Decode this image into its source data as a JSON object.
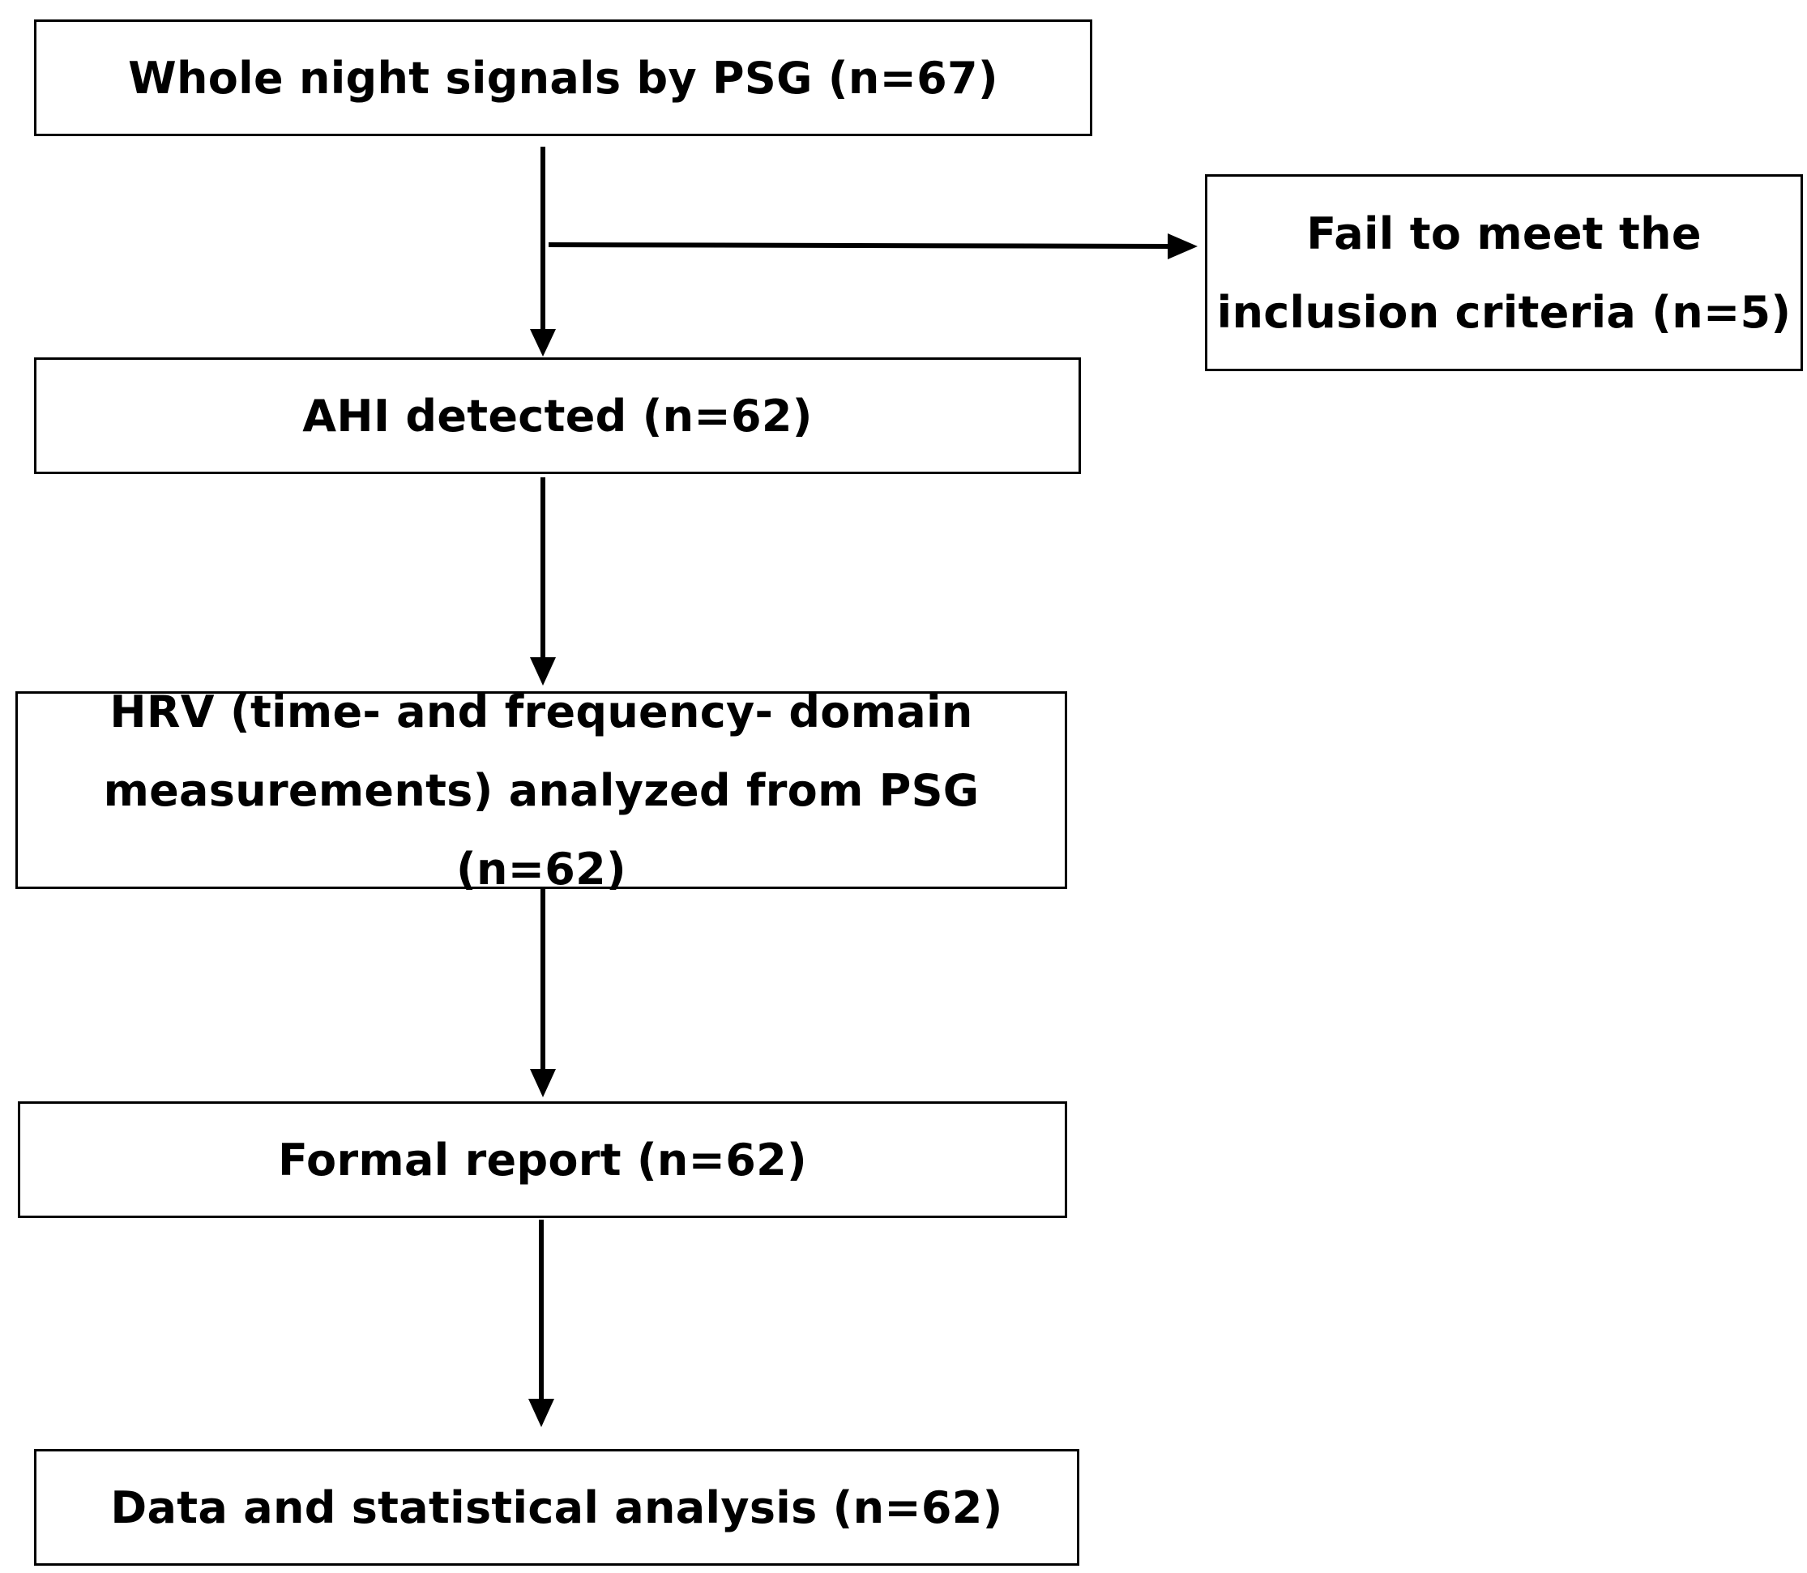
{
  "flowchart": {
    "nodes": [
      {
        "id": "psg",
        "text": "Whole night signals by PSG (n=67)"
      },
      {
        "id": "excluded",
        "lines": [
          "Fail to meet the",
          "inclusion criteria (n=5)"
        ]
      },
      {
        "id": "ahi",
        "text": "AHI detected (n=62)"
      },
      {
        "id": "hrv",
        "lines": [
          "HRV (time- and frequency- domain",
          "measurements) analyzed from PSG (n=62)"
        ]
      },
      {
        "id": "report",
        "text": "Formal report (n=62)"
      },
      {
        "id": "analysis",
        "text": "Data and statistical analysis (n=62)"
      }
    ],
    "edges": [
      {
        "from": "psg",
        "to": "ahi"
      },
      {
        "from": "psg",
        "to": "excluded"
      },
      {
        "from": "ahi",
        "to": "hrv"
      },
      {
        "from": "hrv",
        "to": "report"
      },
      {
        "from": "report",
        "to": "analysis"
      }
    ]
  },
  "colors": {
    "stroke": "#000000",
    "background": "#ffffff"
  }
}
